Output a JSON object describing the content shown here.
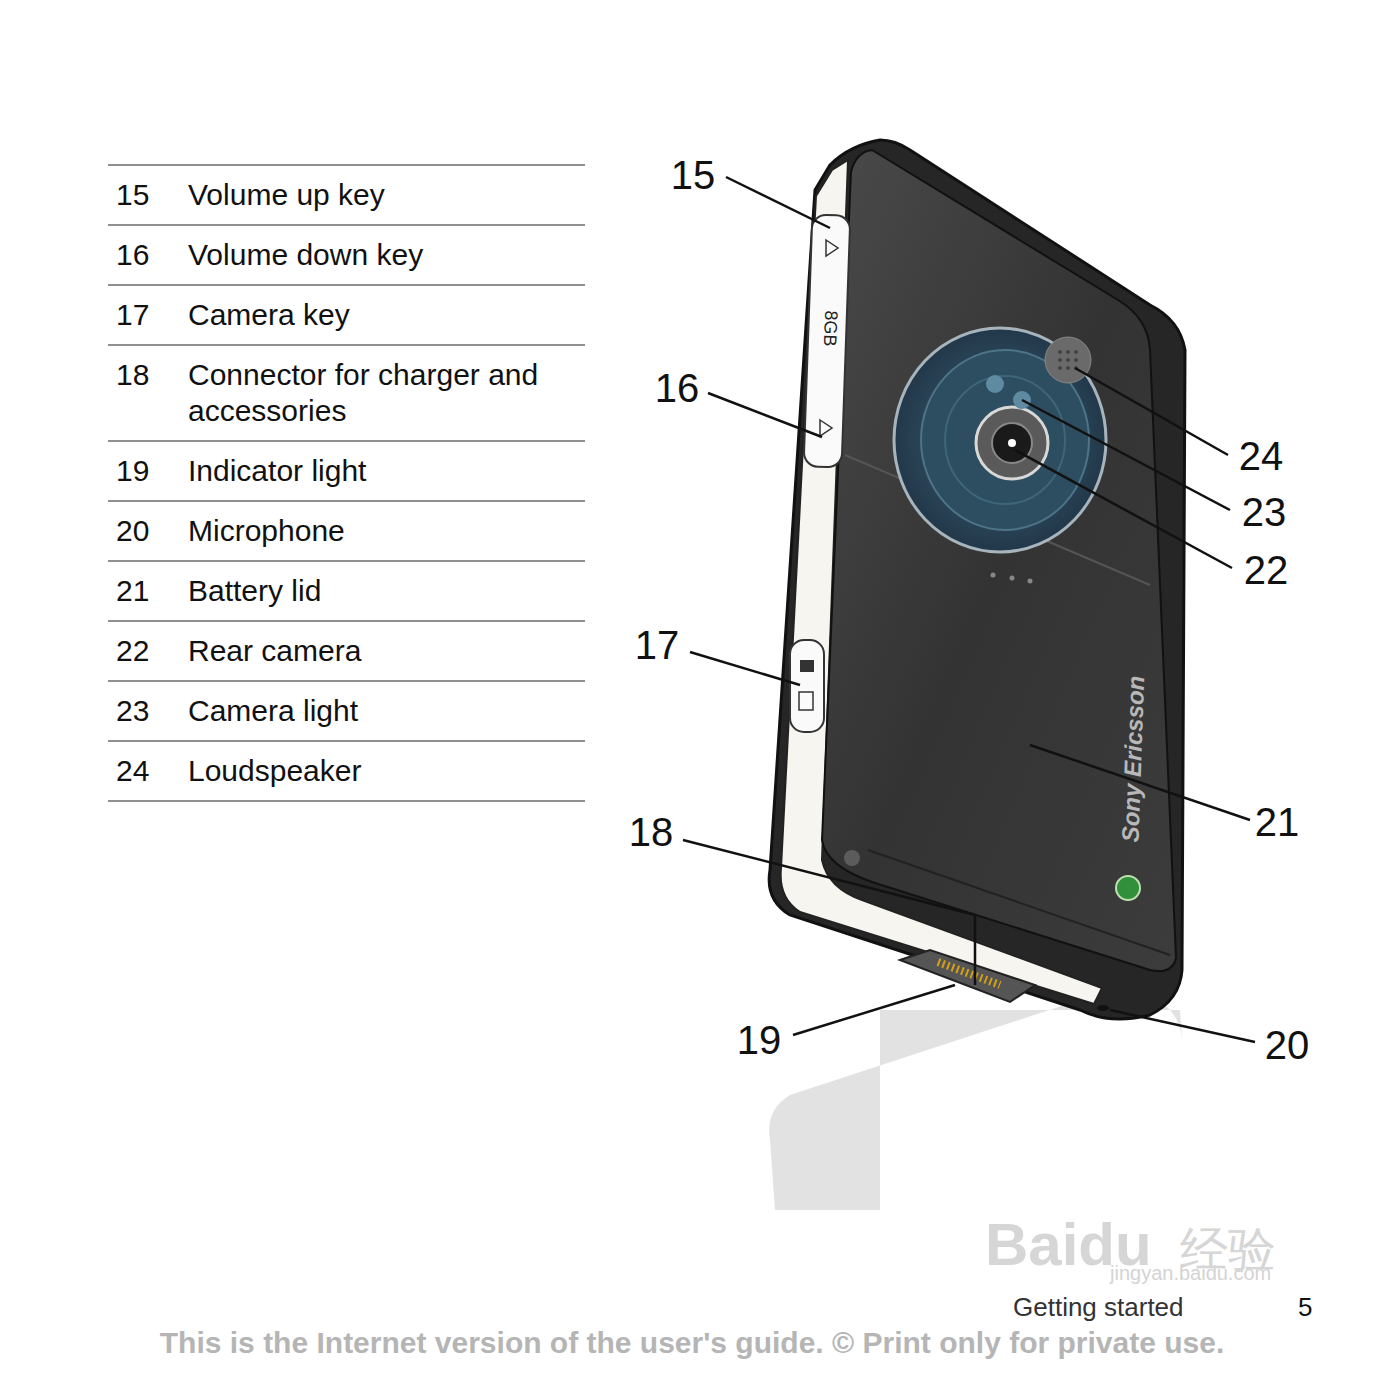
{
  "diagram": {
    "labels": [
      "15",
      "Volume up key",
      "16",
      "Volume down key",
      "17",
      "Camera key",
      "18",
      "Connector for charger and accessories",
      "19",
      "Indicator light",
      "20",
      "Microphone",
      "21",
      "Battery lid",
      "22",
      "Rear camera",
      "23",
      "Camera light",
      "24",
      "Loudspeaker",
      "15",
      "16",
      "17",
      "18",
      "19",
      "20",
      "21",
      "22",
      "23",
      "24",
      "8GB",
      "Sony Ericsson",
      "Getting started",
      "5",
      "This is the Internet version of the user's guide. © Print only for private use.",
      "Baidu",
      "经验",
      "jingyan.baidu.com"
    ]
  }
}
